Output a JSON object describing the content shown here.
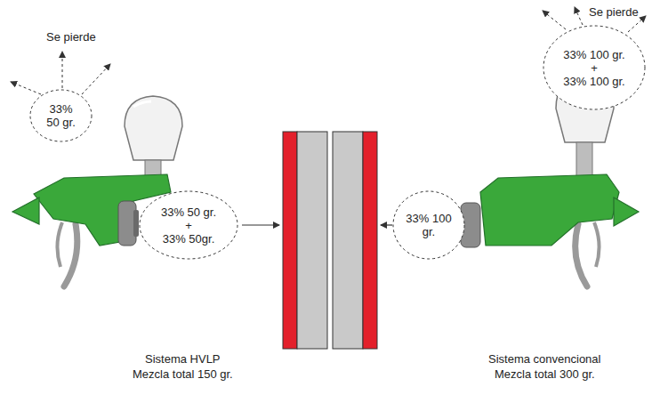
{
  "diagram": {
    "nodes": [
      {
        "text": [
          "33% 50 gr."
        ]
      },
      {
        "text": [
          "33% 50 gr.",
          "+",
          "33% 50gr."
        ]
      },
      {
        "text": [
          "33% 100 gr."
        ]
      },
      {
        "text": [
          "33% 100 gr.",
          "+",
          "33% 100 gr."
        ]
      }
    ],
    "labels": [
      "Se pierde",
      "Se pierde",
      "Sistema HVLP",
      "Mezcla total 150 gr.",
      "Sistema convencional",
      "Mezcla total 300 gr."
    ]
  }
}
